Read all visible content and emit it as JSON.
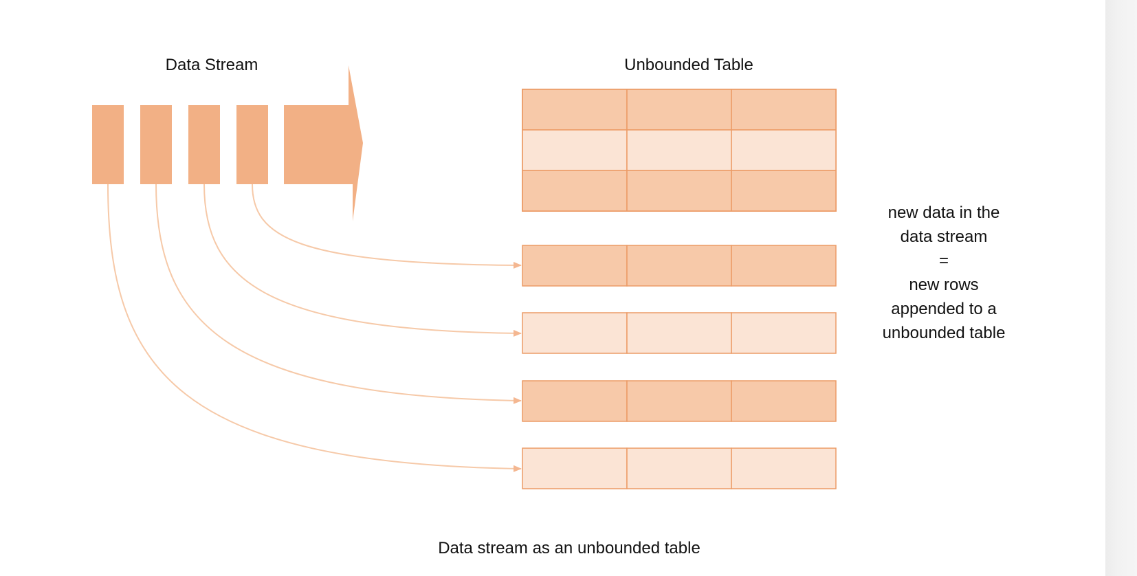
{
  "labels": {
    "stream_title": "Data Stream",
    "table_title": "Unbounded Table",
    "caption": "Data stream as an unbounded table",
    "explanation": [
      "new data in the",
      "data stream",
      "=",
      "new rows",
      "appended to a",
      "unbounded table"
    ]
  },
  "colors": {
    "stream_block": "#f2b085",
    "row_dark": "#f7c9a9",
    "row_light": "#fbe4d5",
    "cell_border": "#ec9b66",
    "arrow_line": "#f6c9a8",
    "text": "#111111"
  }
}
